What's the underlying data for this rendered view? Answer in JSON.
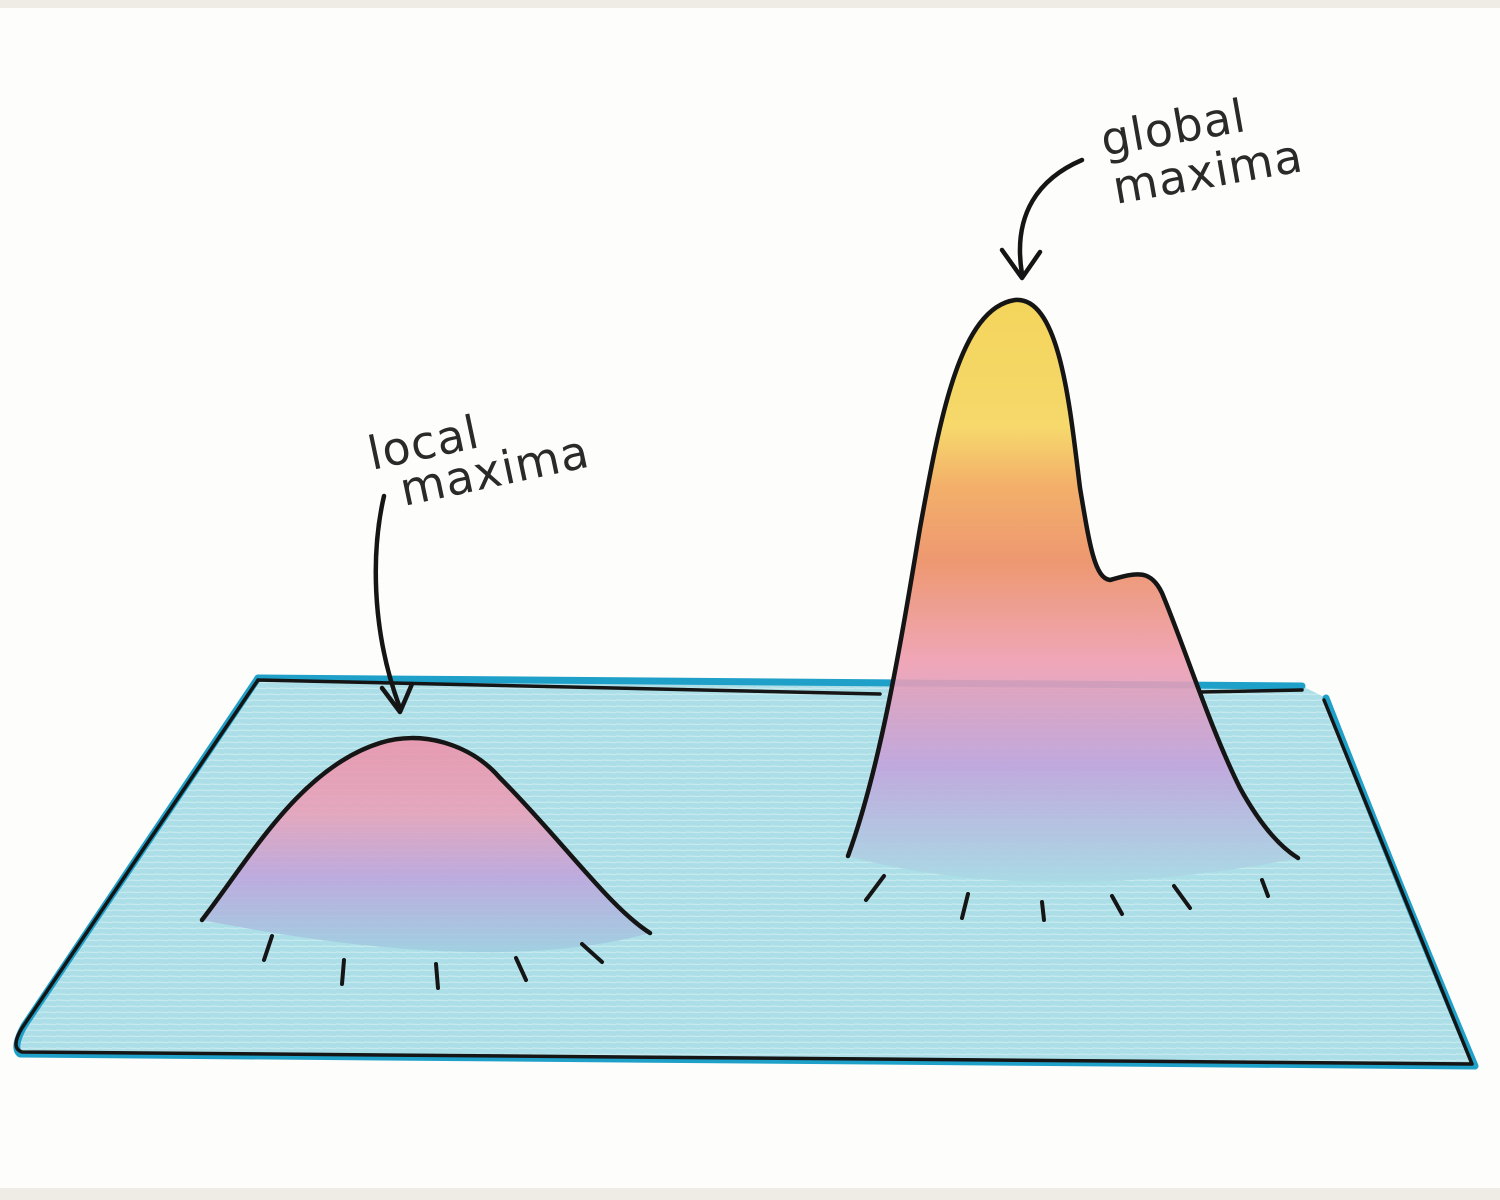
{
  "labels": {
    "local_line1": "local",
    "local_line2": "maxima",
    "global_line1": "global",
    "global_line2": "maxima"
  },
  "colors": {
    "plane": "#8fd3e0",
    "plane_edge": "#1ea0c8",
    "peak_top": "#f2d04a",
    "orange": "#ee8a5a",
    "pink": "#ee9aae",
    "purple": "#b49ad8",
    "ink": "#151515"
  }
}
